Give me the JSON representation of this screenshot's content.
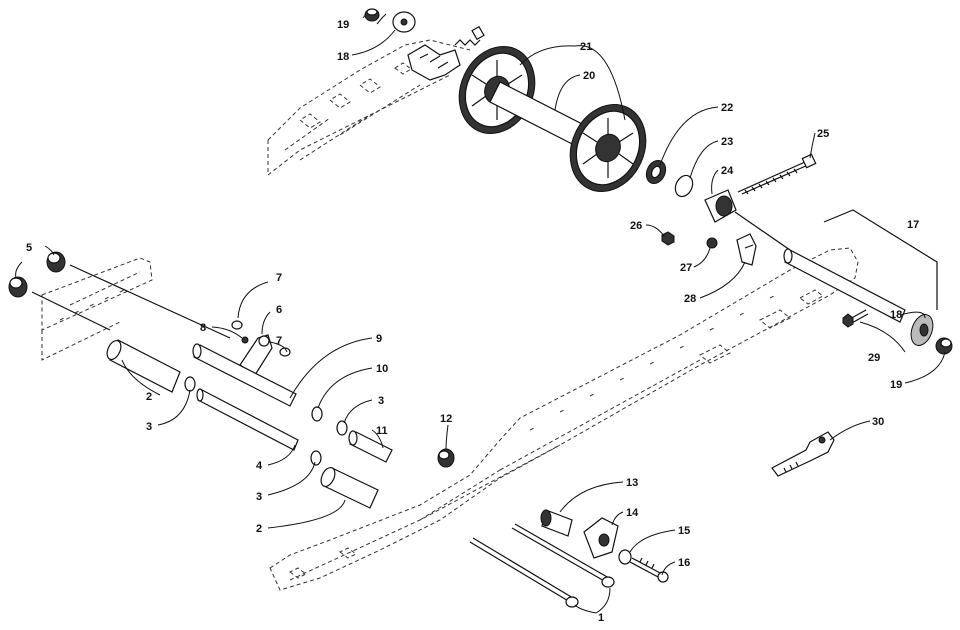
{
  "callouts": [
    {
      "id": "c1",
      "label": "1"
    },
    {
      "id": "c2a",
      "label": "2"
    },
    {
      "id": "c2b",
      "label": "2"
    },
    {
      "id": "c3a",
      "label": "3"
    },
    {
      "id": "c3b",
      "label": "3"
    },
    {
      "id": "c3c",
      "label": "3"
    },
    {
      "id": "c4",
      "label": "4"
    },
    {
      "id": "c5",
      "label": "5"
    },
    {
      "id": "c6",
      "label": "6"
    },
    {
      "id": "c7a",
      "label": "7"
    },
    {
      "id": "c7b",
      "label": "7"
    },
    {
      "id": "c8",
      "label": "8"
    },
    {
      "id": "c9",
      "label": "9"
    },
    {
      "id": "c10",
      "label": "10"
    },
    {
      "id": "c11",
      "label": "11"
    },
    {
      "id": "c12",
      "label": "12"
    },
    {
      "id": "c13",
      "label": "13"
    },
    {
      "id": "c14",
      "label": "14"
    },
    {
      "id": "c15",
      "label": "15"
    },
    {
      "id": "c16",
      "label": "16"
    },
    {
      "id": "c17",
      "label": "17"
    },
    {
      "id": "c18a",
      "label": "18"
    },
    {
      "id": "c18b",
      "label": "18"
    },
    {
      "id": "c19a",
      "label": "19"
    },
    {
      "id": "c19b",
      "label": "19"
    },
    {
      "id": "c20",
      "label": "20"
    },
    {
      "id": "c21",
      "label": "21"
    },
    {
      "id": "c22",
      "label": "22"
    },
    {
      "id": "c23",
      "label": "23"
    },
    {
      "id": "c24",
      "label": "24"
    },
    {
      "id": "c25",
      "label": "25"
    },
    {
      "id": "c26",
      "label": "26"
    },
    {
      "id": "c27",
      "label": "27"
    },
    {
      "id": "c28",
      "label": "28"
    },
    {
      "id": "c29",
      "label": "29"
    },
    {
      "id": "c30",
      "label": "30"
    }
  ]
}
